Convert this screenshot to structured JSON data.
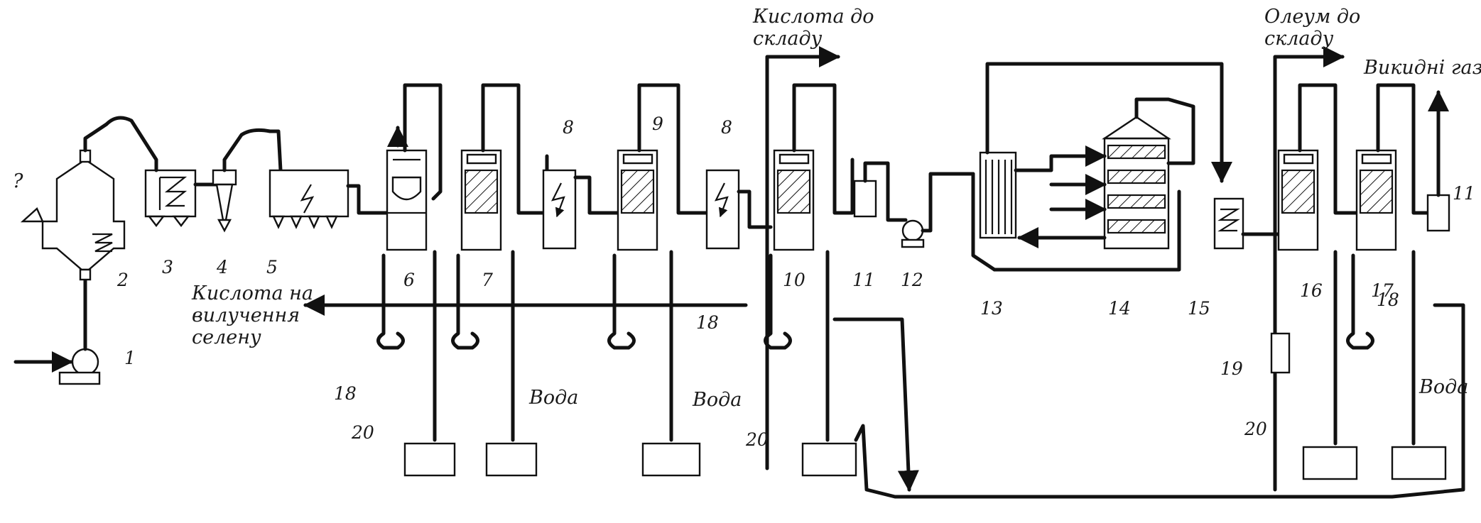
{
  "labels": {
    "acid_to_storage": [
      "Кислота до",
      "складу"
    ],
    "oleum_to_storage": [
      "Олеум до",
      "складу"
    ],
    "exhaust_gases": "Викидні гази",
    "acid_selenium": [
      "Кислота на",
      "вилучення",
      "селену"
    ],
    "water_1": "Вода",
    "water_2": "Вода",
    "water_3": "Вода",
    "question": "?"
  },
  "numbers": {
    "n1": "1",
    "n2": "2",
    "n3": "3",
    "n4": "4",
    "n5": "5",
    "n6": "6",
    "n7": "7",
    "n8a": "8",
    "n8b": "8",
    "n9": "9",
    "n10": "10",
    "n11a": "11",
    "n11b": "11",
    "n12": "12",
    "n13": "13",
    "n14": "14",
    "n15": "15",
    "n16": "16",
    "n17": "17",
    "n18a": "18",
    "n18b": "18",
    "n18c": "18",
    "n19": "19",
    "n20a": "20",
    "n20b": "20",
    "n20c": "20"
  },
  "colors": {
    "ink": "#111111",
    "background": "#ffffff"
  }
}
